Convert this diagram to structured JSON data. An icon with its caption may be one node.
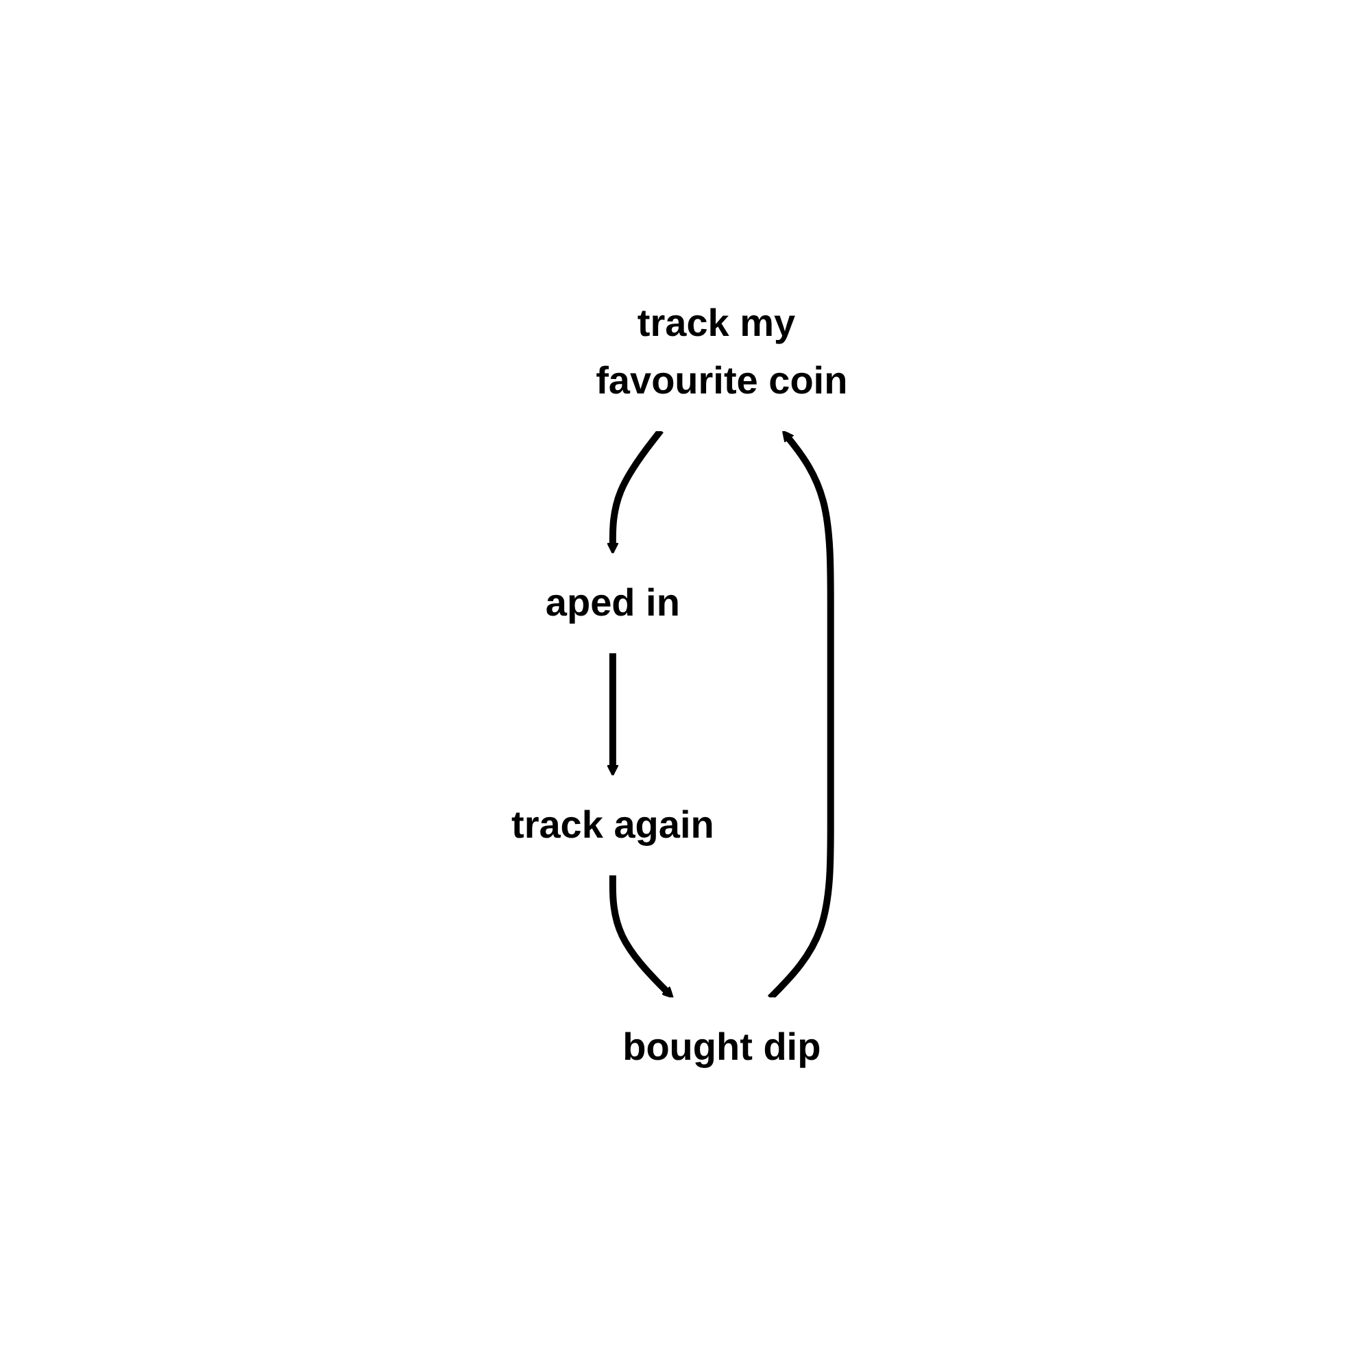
{
  "diagram": {
    "nodes": [
      {
        "text": [
          "track my favourite coin"
        ]
      },
      {
        "text": [
          "aped in"
        ]
      },
      {
        "text": [
          "track again"
        ]
      },
      {
        "text": [
          "bought dip"
        ]
      }
    ],
    "edges": [
      {
        "from": 0,
        "to": 1,
        "arrow": "to"
      },
      {
        "from": 1,
        "to": 2,
        "arrow": "to"
      },
      {
        "from": 2,
        "to": 3,
        "arrow": "to"
      },
      {
        "from": 3,
        "to": 0,
        "arrow": "to"
      }
    ]
  }
}
